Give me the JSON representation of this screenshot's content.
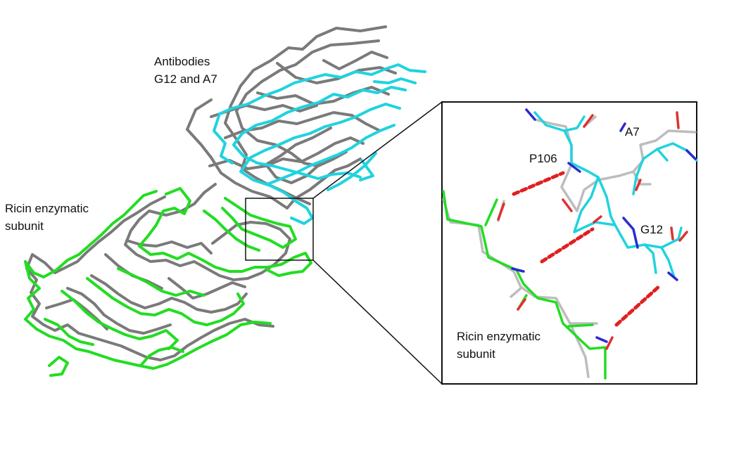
{
  "labels": {
    "antibodies_line1": "Antibodies",
    "antibodies_line2": "G12 and A7",
    "ricin_left_line1": "Ricin enzymatic",
    "ricin_left_line2": "subunit",
    "p106": "P106",
    "a7": "A7",
    "g12": "G12",
    "ricin_inset_line1": "Ricin enzymatic",
    "ricin_inset_line2": "subunit"
  },
  "colors": {
    "gray_backbone": "#7a7a7a",
    "light_gray": "#bdbdbd",
    "cyan": "#1fd3df",
    "green": "#22dd22",
    "blue_nitrogen": "#2a2ad0",
    "red_oxygen": "#e03030",
    "hbond": "#e02020",
    "frame": "#111111"
  }
}
